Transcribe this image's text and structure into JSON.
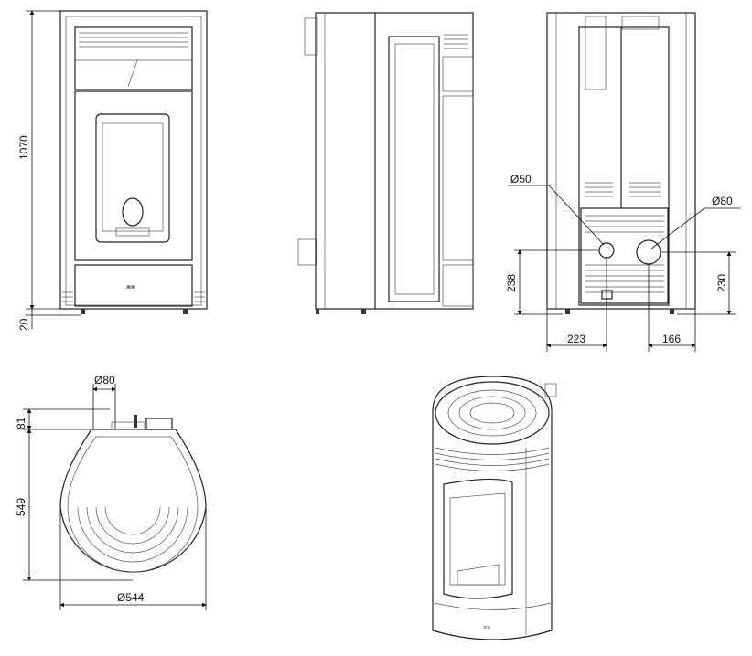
{
  "front_view": {
    "height_label": "1070",
    "feet_label": "20"
  },
  "rear_view": {
    "outlet_small_label": "Ø50",
    "outlet_large_label": "Ø80",
    "small_height_label": "238",
    "large_height_label": "230",
    "small_offset_label": "223",
    "large_offset_label": "166"
  },
  "top_view": {
    "flue_diameter_label": "Ø80",
    "flue_depth_label": "81",
    "depth_label": "549",
    "diameter_label": "Ø544"
  }
}
